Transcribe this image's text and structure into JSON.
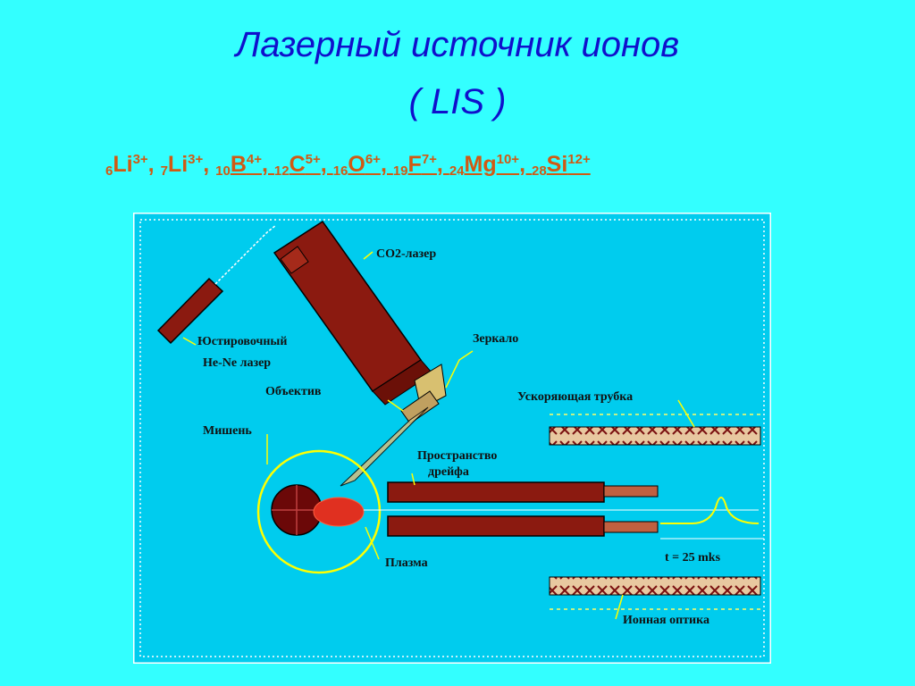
{
  "title_line1": "Лазерный источник ионов",
  "title_line2": "( LIS )",
  "ions": [
    {
      "mass": "6",
      "el": "Li",
      "charge": "3+"
    },
    {
      "mass": "7",
      "el": "Li",
      "charge": "3+"
    },
    {
      "mass": "10",
      "el": "B",
      "charge": "4+"
    },
    {
      "mass": "12",
      "el": "C",
      "charge": "5+"
    },
    {
      "mass": "16",
      "el": "O",
      "charge": "6+"
    },
    {
      "mass": "19",
      "el": "F",
      "charge": "7+"
    },
    {
      "mass": "24",
      "el": "Mg",
      "charge": "10+"
    },
    {
      "mass": "28",
      "el": "Si",
      "charge": "12+"
    }
  ],
  "labels": {
    "co2_laser": "CO2-лазер",
    "alignment_line1": "Юстировочный",
    "alignment_line2": "He-Ne лазер",
    "mirror": "Зеркало",
    "lens": "Объектив",
    "accel_tube": "Ускоряющая трубка",
    "target": "Мишень",
    "drift_line1": "Пространство",
    "drift_line2": "дрейфа",
    "plasma": "Плазма",
    "pulse_time": "t = 25 mks",
    "ion_optics": "Ионная оптика"
  },
  "colors": {
    "background": "#33ffff",
    "diagram_bg": "#00ccee",
    "laser_body": "#8b1a10",
    "title": "#1010cc",
    "ions": "#d05a14"
  }
}
